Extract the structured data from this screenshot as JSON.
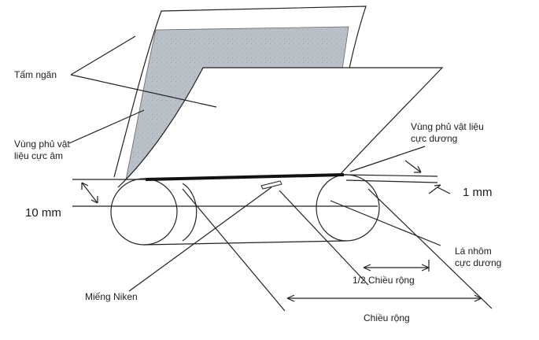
{
  "diagram": {
    "labels": {
      "separator": "Tấm ngăn",
      "negative_coating": "Vùng phủ vật\nliệu cực âm",
      "positive_coating": "Vùng phủ vật liệu\ncực dương",
      "offset_1mm": "1 mm",
      "offset_10mm": "10 mm",
      "aluminum_foil": "Lá nhôm\ncực dương",
      "nickel_tab": "Miếng Niken",
      "half_width": "1/2 Chiều rộng",
      "width": "Chiều rộng"
    }
  }
}
